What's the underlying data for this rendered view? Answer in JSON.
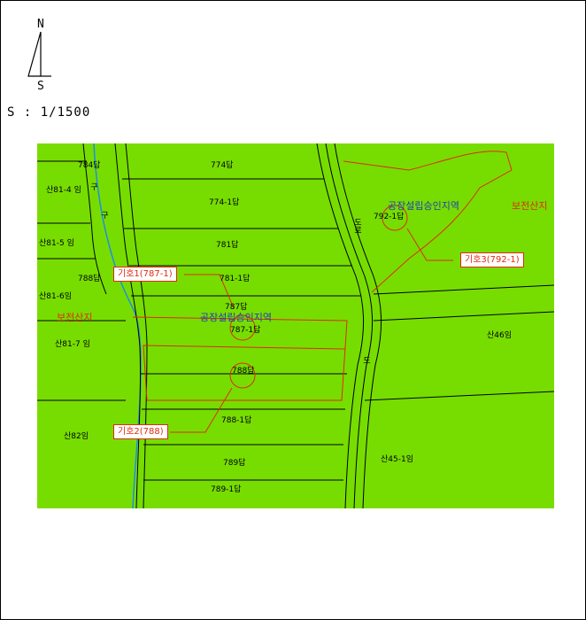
{
  "compass": {
    "north": "N",
    "south": "S"
  },
  "scale_label": "S : 1/1500",
  "colors": {
    "land": "#77dd00",
    "boundary": "#000000",
    "stream": "#1f8fe0",
    "highlight": "#e02a10",
    "zone_text": "#1f3fb8"
  },
  "parcels": [
    {
      "id": "p1",
      "text": "774답"
    },
    {
      "id": "p2",
      "text": "774-1답"
    },
    {
      "id": "p3",
      "text": "781답"
    },
    {
      "id": "p4",
      "text": "781-1답"
    },
    {
      "id": "p5",
      "text": "787답"
    },
    {
      "id": "p6",
      "text": "787-1답"
    },
    {
      "id": "p7",
      "text": "788답"
    },
    {
      "id": "p8",
      "text": "788-1답"
    },
    {
      "id": "p9",
      "text": "789답"
    },
    {
      "id": "p10",
      "text": "789-1답"
    },
    {
      "id": "p11",
      "text": "784답"
    },
    {
      "id": "p12",
      "text": "산81-4 임"
    },
    {
      "id": "p13",
      "text": "산81-5 임"
    },
    {
      "id": "p14",
      "text": "산81-6임"
    },
    {
      "id": "p15",
      "text": "788답"
    },
    {
      "id": "p16",
      "text": "산81-7 임"
    },
    {
      "id": "p17",
      "text": "산82임"
    },
    {
      "id": "p18",
      "text": "792-1답"
    },
    {
      "id": "p19",
      "text": "산46임"
    },
    {
      "id": "p20",
      "text": "산45-1임"
    },
    {
      "id": "p21",
      "text": "구"
    },
    {
      "id": "p22",
      "text": "구"
    },
    {
      "id": "p23",
      "text": "도로"
    },
    {
      "id": "p24",
      "text": "도"
    }
  ],
  "zones": [
    {
      "id": "z1",
      "text": "공장설립승인지역"
    },
    {
      "id": "z2",
      "text": "공장설립승인지역"
    }
  ],
  "conservation": [
    {
      "id": "c1",
      "text": "보전산지"
    },
    {
      "id": "c2",
      "text": "보전산지"
    }
  ],
  "callouts": [
    {
      "id": "k1",
      "text": "기호1(787-1)"
    },
    {
      "id": "k2",
      "text": "기호2(788)"
    },
    {
      "id": "k3",
      "text": "기호3(792-1)"
    }
  ]
}
